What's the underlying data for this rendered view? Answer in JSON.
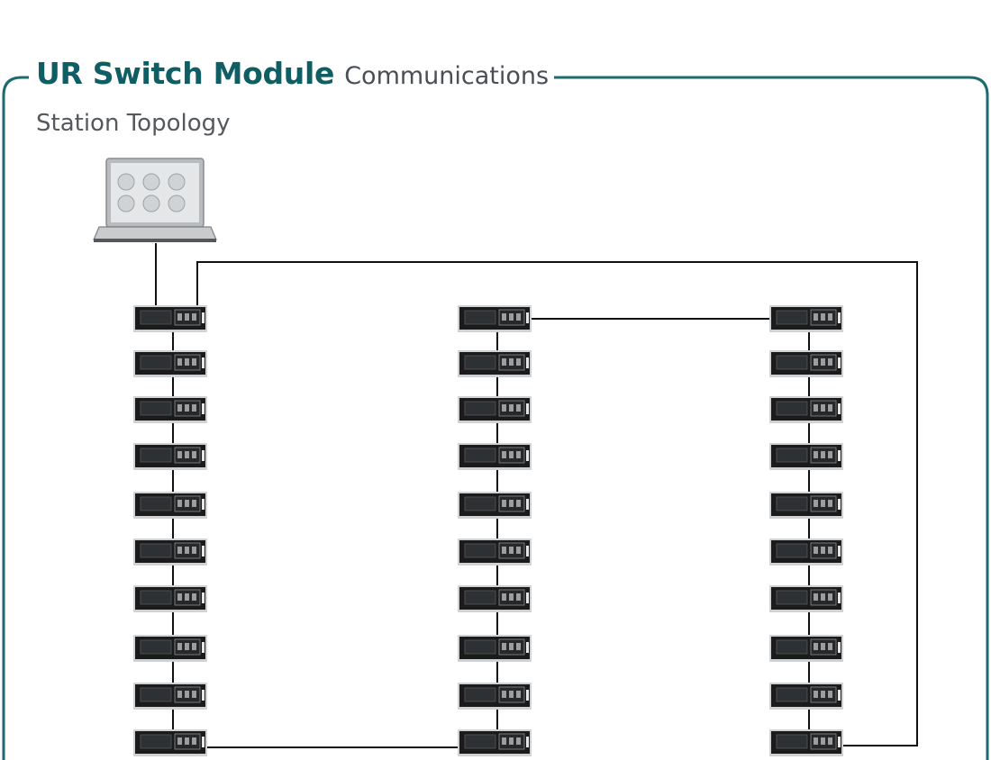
{
  "header": {
    "title_main": "UR Switch Module",
    "title_sub": "Communications",
    "subtitle": "Station Topology"
  },
  "colors": {
    "frame": "#1d6a70",
    "title": "#0e5e63",
    "link": "#111111",
    "device_body": "#1b1b1b"
  },
  "topology": {
    "computer": "laptop-icon",
    "columns": [
      {
        "name": "column-1",
        "device_count": 10
      },
      {
        "name": "column-2",
        "device_count": 10
      },
      {
        "name": "column-3",
        "device_count": 10
      }
    ]
  }
}
